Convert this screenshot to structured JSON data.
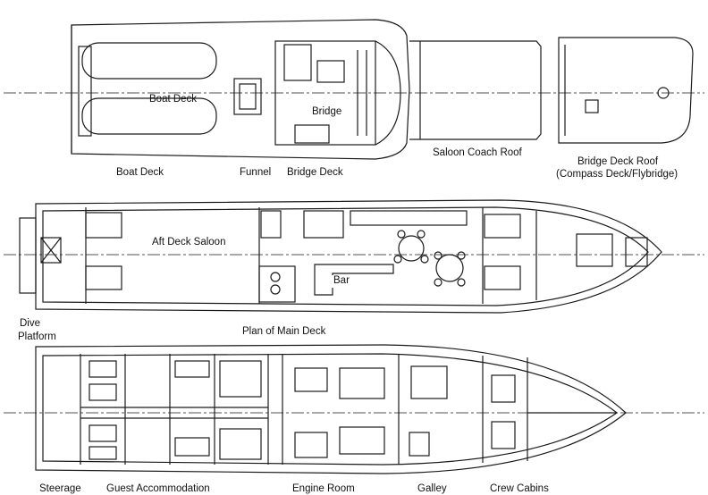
{
  "labels": {
    "boat_deck_inner": "Boat Deck",
    "bridge_inner": "Bridge",
    "boat_deck": "Boat Deck",
    "funnel": "Funnel",
    "bridge_deck": "Bridge Deck",
    "saloon_coach_roof": "Saloon Coach Roof",
    "bridge_deck_roof": "Bridge Deck Roof",
    "compass_deck": "(Compass Deck/Flybridge)",
    "aft_deck_saloon": "Aft Deck Saloon",
    "bar": "Bar",
    "dive": "Dive",
    "platform": "Platform",
    "plan_main_deck": "Plan of Main Deck",
    "steerage": "Steerage",
    "guest_accommodation": "Guest Accommodation",
    "engine_room": "Engine Room",
    "galley": "Galley",
    "crew_cabins": "Crew Cabins"
  },
  "colors": {
    "line": "#1a1a1a",
    "background": "#ffffff"
  }
}
